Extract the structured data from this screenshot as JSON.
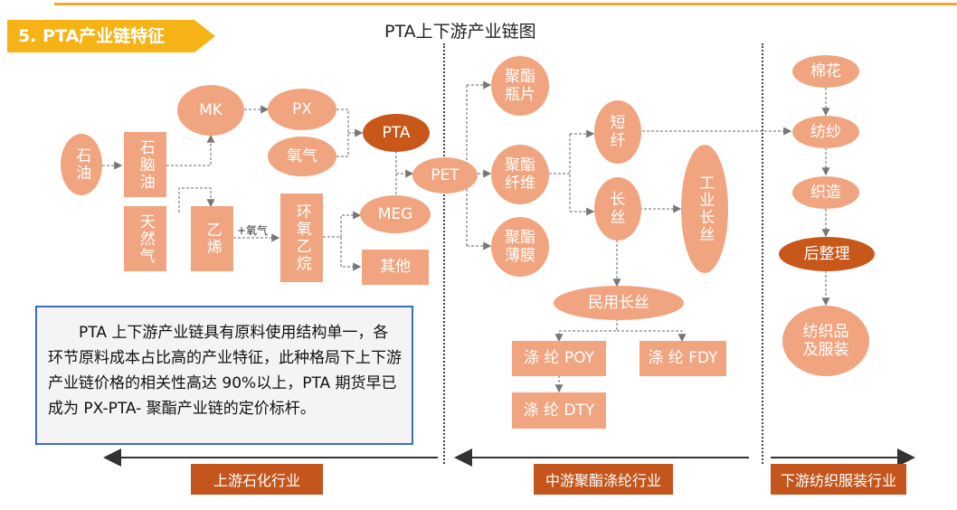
{
  "header": {
    "section_tag": "5. PTA产业链特征",
    "diagram_title": "PTA上下游产业链图"
  },
  "nodes": {
    "shiyou": "石油",
    "naphtha": "石脑油",
    "natural_gas": "天然气",
    "mk": "MK",
    "px": "PX",
    "oxygen": "氧气",
    "pta": "PTA",
    "ethylene": "乙烯",
    "oxygen_small": "+氧气",
    "epoxy": "环氧乙烷",
    "meg": "MEG",
    "other": "其他",
    "pet": "PET",
    "bottle_chip": "聚酯\n瓶片",
    "fiber": "聚酯\n纤维",
    "film": "聚酯\n薄膜",
    "short_fiber": "短\n纤",
    "long_fiber": "长\n丝",
    "industrial_filament": "工业长丝",
    "civil_filament": "民用长丝",
    "poy": "涤 纶 POY",
    "fdy": "涤 纶 FDY",
    "dty": "涤 纶 DTY",
    "cotton": "棉花",
    "spinning": "纺纱",
    "weaving": "织造",
    "finishing": "后整理",
    "textiles": "纺织品\n及服装"
  },
  "description": "PTA 上下游产业链具有原料使用结构单一，各环节原料成本占比高的产业特征，此种格局下上下游产业链价格的相关性高达 90%以上，PTA 期货早已成为 PX-PTA- 聚酯产业链的定价标杆。",
  "stages": {
    "upstream": "上游石化行业",
    "midstream": "中游聚酯涤纶行业",
    "downstream": "下游纺织服装行业"
  },
  "colors": {
    "node": "#f0a580",
    "node_dark": "#c8571a",
    "stage": "#c4561d",
    "accent": "#f5b316",
    "desc_border": "#3d6fb6"
  }
}
